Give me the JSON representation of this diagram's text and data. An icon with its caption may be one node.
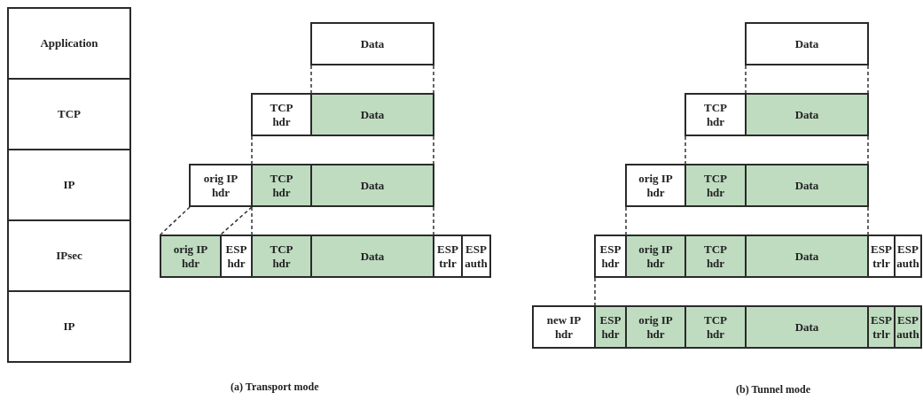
{
  "diagram": {
    "nodes": [
      {
        "text": [
          "Application"
        ]
      },
      {
        "text": [
          "TCP"
        ]
      },
      {
        "text": [
          "IP"
        ]
      },
      {
        "text": [
          "IPsec"
        ]
      },
      {
        "text": [
          "IP"
        ]
      },
      {
        "text": [
          "Data"
        ]
      },
      {
        "text": [
          "TCP hdr"
        ]
      },
      {
        "text": [
          "Data"
        ]
      },
      {
        "text": [
          "orig IP hdr"
        ]
      },
      {
        "text": [
          "TCP hdr"
        ]
      },
      {
        "text": [
          "Data"
        ]
      },
      {
        "text": [
          "orig IP hdr"
        ]
      },
      {
        "text": [
          "ESP hdr"
        ]
      },
      {
        "text": [
          "TCP hdr"
        ]
      },
      {
        "text": [
          "Data"
        ]
      },
      {
        "text": [
          "ESP trlr"
        ]
      },
      {
        "text": [
          "ESP auth"
        ]
      },
      {
        "text": [
          "Data"
        ]
      },
      {
        "text": [
          "TCP hdr"
        ]
      },
      {
        "text": [
          "Data"
        ]
      },
      {
        "text": [
          "orig IP hdr"
        ]
      },
      {
        "text": [
          "TCP hdr"
        ]
      },
      {
        "text": [
          "Data"
        ]
      },
      {
        "text": [
          "ESP hdr"
        ]
      },
      {
        "text": [
          "orig IP hdr"
        ]
      },
      {
        "text": [
          "TCP hdr"
        ]
      },
      {
        "text": [
          "Data"
        ]
      },
      {
        "text": [
          "ESP trlr"
        ]
      },
      {
        "text": [
          "ESP auth"
        ]
      },
      {
        "text": [
          "new IP hdr"
        ]
      },
      {
        "text": [
          "ESP hdr"
        ]
      },
      {
        "text": [
          "orig IP hdr"
        ]
      },
      {
        "text": [
          "TCP hdr"
        ]
      },
      {
        "text": [
          "Data"
        ]
      },
      {
        "text": [
          "ESP trlr"
        ]
      },
      {
        "text": [
          "ESP auth"
        ]
      }
    ],
    "edges": [
      {
        "from": 5,
        "to": 6,
        "arrow": "none",
        "style": "dashed"
      },
      {
        "from": 5,
        "to": 7,
        "arrow": "none",
        "style": "dashed"
      },
      {
        "from": 6,
        "to": 9,
        "arrow": "none",
        "style": "dashed"
      },
      {
        "from": 7,
        "to": 10,
        "arrow": "none",
        "style": "dashed"
      },
      {
        "from": 8,
        "to": 11,
        "arrow": "none",
        "style": "dashed"
      },
      {
        "from": 8,
        "to": 12,
        "arrow": "none",
        "style": "dashed"
      },
      {
        "from": 9,
        "to": 13,
        "arrow": "none",
        "style": "dashed"
      },
      {
        "from": 10,
        "to": 15,
        "arrow": "none",
        "style": "dashed"
      },
      {
        "from": 17,
        "to": 18,
        "arrow": "none",
        "style": "dashed"
      },
      {
        "from": 17,
        "to": 19,
        "arrow": "none",
        "style": "dashed"
      },
      {
        "from": 18,
        "to": 20,
        "arrow": "none",
        "style": "dashed"
      },
      {
        "from": 19,
        "to": 22,
        "arrow": "none",
        "style": "dashed"
      },
      {
        "from": 20,
        "to": 24,
        "arrow": "none",
        "style": "dashed"
      },
      {
        "from": 22,
        "to": 27,
        "arrow": "none",
        "style": "dashed"
      },
      {
        "from": 23,
        "to": 30,
        "arrow": "none",
        "style": "dashed"
      }
    ],
    "labels": [
      "(a) Transport mode",
      "(b) Tunnel mode"
    ]
  }
}
